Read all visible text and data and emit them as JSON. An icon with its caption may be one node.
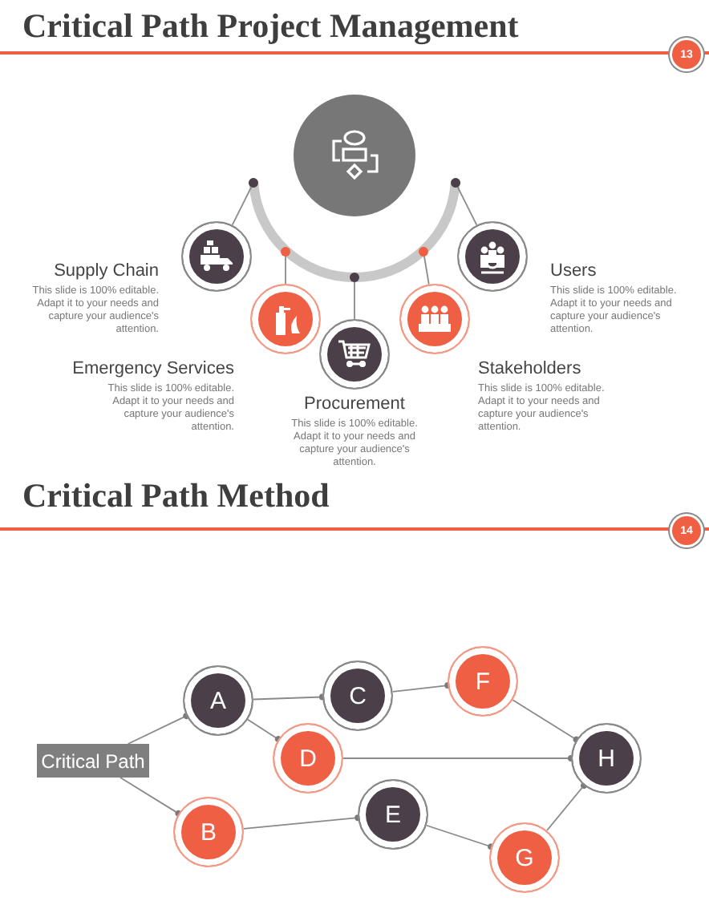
{
  "diagram": {
    "title": "Critical Path Project Management",
    "nodes": [
      {
        "text": [],
        "shape": "circle"
      },
      {
        "text": [],
        "shape": "arc"
      },
      {
        "text": [],
        "shape": "circle",
        "beside": [
          "Supply Chain",
          "This slide is 100% editable. Adapt it to your needs and capture your audience's attention."
        ]
      },
      {
        "text": [],
        "shape": "circle",
        "beside": [
          "Emergency Services",
          "This slide is 100% editable. Adapt it to your needs and capture your audience's attention."
        ]
      },
      {
        "text": [],
        "shape": "circle",
        "beside": [
          "Procurement",
          "This slide is 100% editable. Adapt it to your needs and capture your audience's attention."
        ]
      },
      {
        "text": [],
        "shape": "circle",
        "beside": [
          "Stakeholders",
          "This slide is 100% editable. Adapt it to your needs and capture your audience's attention."
        ]
      },
      {
        "text": [],
        "shape": "circle",
        "beside": [
          "Users",
          "This slide is 100% editable. Adapt it to your needs and capture your audience's attention."
        ]
      },
      {
        "text": [
          "Critical Path"
        ]
      },
      {
        "text": [
          "A"
        ]
      },
      {
        "text": [
          "C"
        ]
      },
      {
        "text": [
          "F"
        ]
      },
      {
        "text": [
          "D"
        ]
      },
      {
        "text": [
          "H"
        ]
      },
      {
        "text": [
          "B"
        ]
      },
      {
        "text": [
          "E"
        ]
      },
      {
        "text": [
          "G"
        ]
      }
    ],
    "edges": [
      {
        "from": 2,
        "to": 1,
        "arrow": "other"
      },
      {
        "from": 3,
        "to": 1,
        "arrow": "other"
      },
      {
        "from": 4,
        "to": 1,
        "arrow": "other"
      },
      {
        "from": 5,
        "to": 1,
        "arrow": "other"
      },
      {
        "from": 6,
        "to": 1,
        "arrow": "other"
      },
      {
        "from": 7,
        "to": 8,
        "arrow": "other"
      },
      {
        "from": 7,
        "to": 13,
        "arrow": "other"
      },
      {
        "from": 8,
        "to": 9,
        "arrow": "other"
      },
      {
        "from": 8,
        "to": 11,
        "arrow": "other"
      },
      {
        "from": 9,
        "to": 10,
        "arrow": "other"
      },
      {
        "from": 10,
        "to": 12,
        "arrow": "other"
      },
      {
        "from": 11,
        "to": 12,
        "arrow": "other"
      },
      {
        "from": 13,
        "to": 14,
        "arrow": "other"
      },
      {
        "from": 14,
        "to": 15,
        "arrow": "other"
      },
      {
        "from": 15,
        "to": 12,
        "arrow": "other"
      }
    ],
    "labels": [
      "13",
      "Critical Path Method",
      "14"
    ]
  }
}
